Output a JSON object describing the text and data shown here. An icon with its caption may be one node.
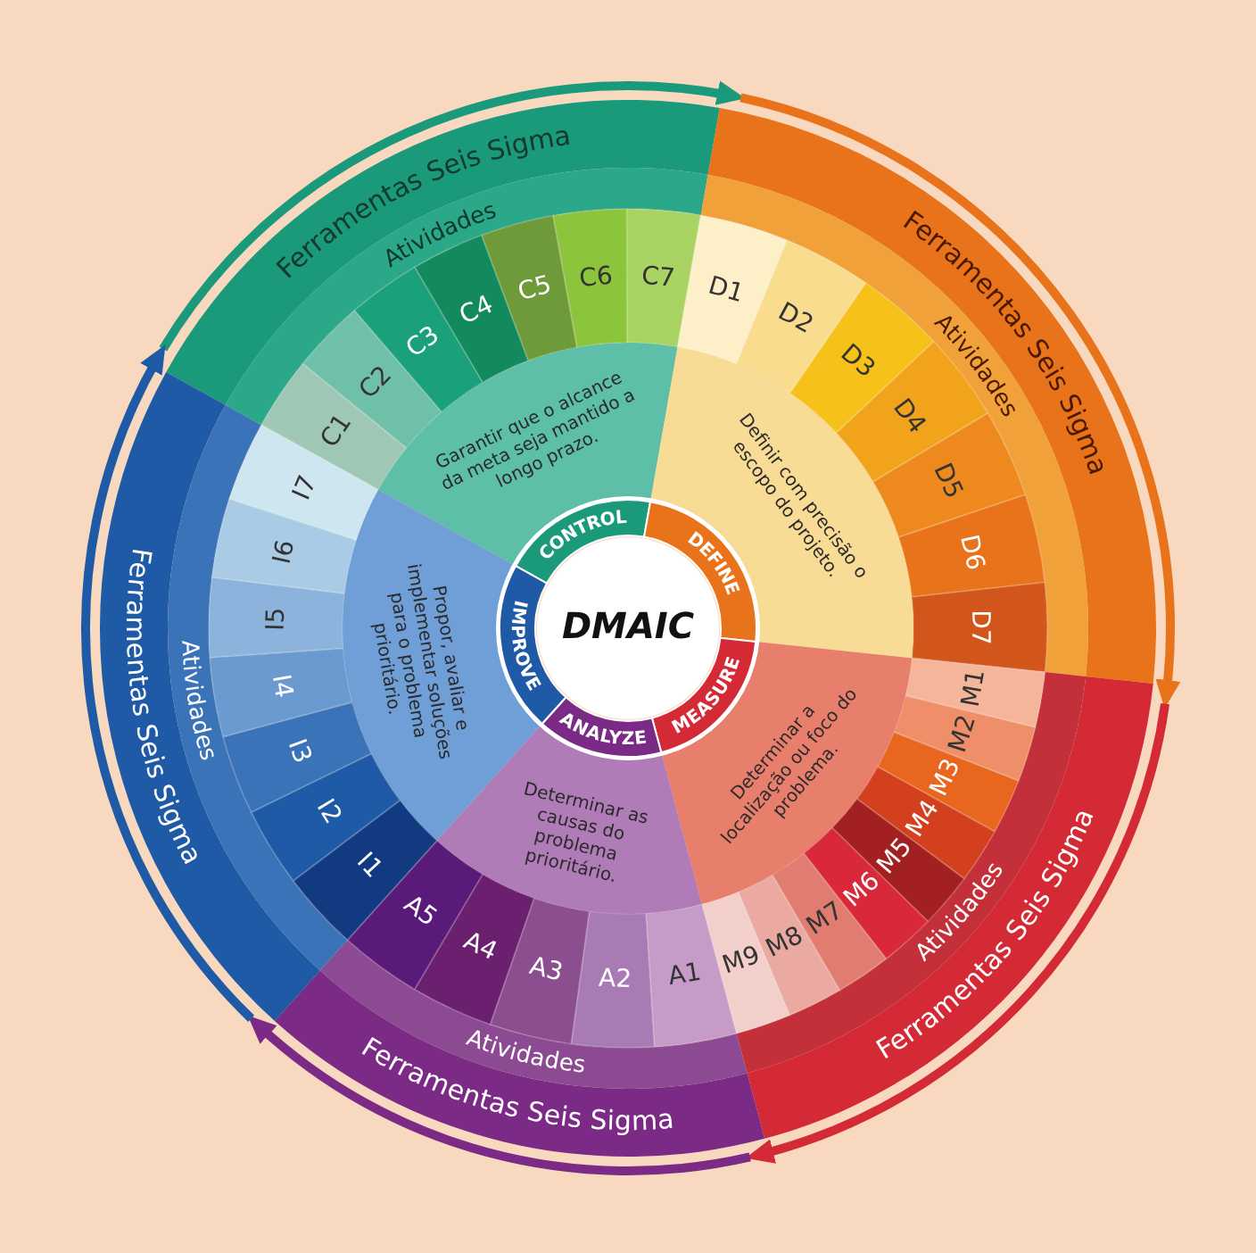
{
  "diagram": {
    "nodes": [
      {
        "text": [
          "DMAIC"
        ]
      },
      {
        "text": [
          "CONTROL"
        ]
      },
      {
        "text": [
          "DEFINE"
        ]
      },
      {
        "text": [
          "MEASURE"
        ]
      },
      {
        "text": [
          "ANALYZE"
        ]
      },
      {
        "text": [
          "IMPROVE"
        ]
      },
      {
        "text": [
          "Garantir que o alcance da meta seja mantido a longo prazo."
        ]
      },
      {
        "text": [
          "Definir com precisão o escopo do projeto."
        ]
      },
      {
        "text": [
          "Determinar a localização ou foco do problema."
        ]
      },
      {
        "text": [
          "Determinar as causas do problema prioritário."
        ]
      },
      {
        "text": [
          "Propor, avaliar e implementar soluções para o problema prioritário."
        ]
      },
      {
        "text": [
          "C1"
        ]
      },
      {
        "text": [
          "C2"
        ]
      },
      {
        "text": [
          "C3"
        ]
      },
      {
        "text": [
          "C4"
        ]
      },
      {
        "text": [
          "C5"
        ]
      },
      {
        "text": [
          "C6"
        ]
      },
      {
        "text": [
          "C7"
        ]
      },
      {
        "text": [
          "D1"
        ]
      },
      {
        "text": [
          "D2"
        ]
      },
      {
        "text": [
          "D3"
        ]
      },
      {
        "text": [
          "D4"
        ]
      },
      {
        "text": [
          "D5"
        ]
      },
      {
        "text": [
          "D6"
        ]
      },
      {
        "text": [
          "D7"
        ]
      },
      {
        "text": [
          "M1"
        ]
      },
      {
        "text": [
          "M2"
        ]
      },
      {
        "text": [
          "M3"
        ]
      },
      {
        "text": [
          "M4"
        ]
      },
      {
        "text": [
          "M5"
        ]
      },
      {
        "text": [
          "M6"
        ]
      },
      {
        "text": [
          "M7"
        ]
      },
      {
        "text": [
          "M8"
        ]
      },
      {
        "text": [
          "M9"
        ]
      },
      {
        "text": [
          "A1"
        ]
      },
      {
        "text": [
          "A2"
        ]
      },
      {
        "text": [
          "A3"
        ]
      },
      {
        "text": [
          "A4"
        ]
      },
      {
        "text": [
          "A5"
        ]
      },
      {
        "text": [
          "I1"
        ]
      },
      {
        "text": [
          "I2"
        ]
      },
      {
        "text": [
          "I3"
        ]
      },
      {
        "text": [
          "I4"
        ]
      },
      {
        "text": [
          "I5"
        ]
      },
      {
        "text": [
          "I6"
        ]
      },
      {
        "text": [
          "I7"
        ]
      },
      {
        "text": [
          "Ferramentas Seis Sigma"
        ]
      },
      {
        "text": [
          "Ferramentas Seis Sigma"
        ]
      },
      {
        "text": [
          "Ferramentas Seis Sigma"
        ]
      },
      {
        "text": [
          "Ferramentas Seis Sigma"
        ]
      },
      {
        "text": [
          "Ferramentas Seis Sigma"
        ]
      }
    ],
    "edges": [
      {
        "from": 46,
        "to": 47,
        "arrow": "to",
        "color": "#1a9a7a"
      },
      {
        "from": 47,
        "to": 48,
        "arrow": "to",
        "color": "#e8731a"
      },
      {
        "from": 48,
        "to": 49,
        "arrow": "to",
        "color": "#d42a35"
      },
      {
        "from": 49,
        "to": 50,
        "arrow": "to",
        "color": "#7b2a85"
      },
      {
        "from": 50,
        "to": 46,
        "arrow": "to",
        "color": "#1f5aa6"
      }
    ],
    "labels": [
      "Atividades",
      "Atividades",
      "Atividades",
      "Atividades",
      "Atividades"
    ]
  }
}
